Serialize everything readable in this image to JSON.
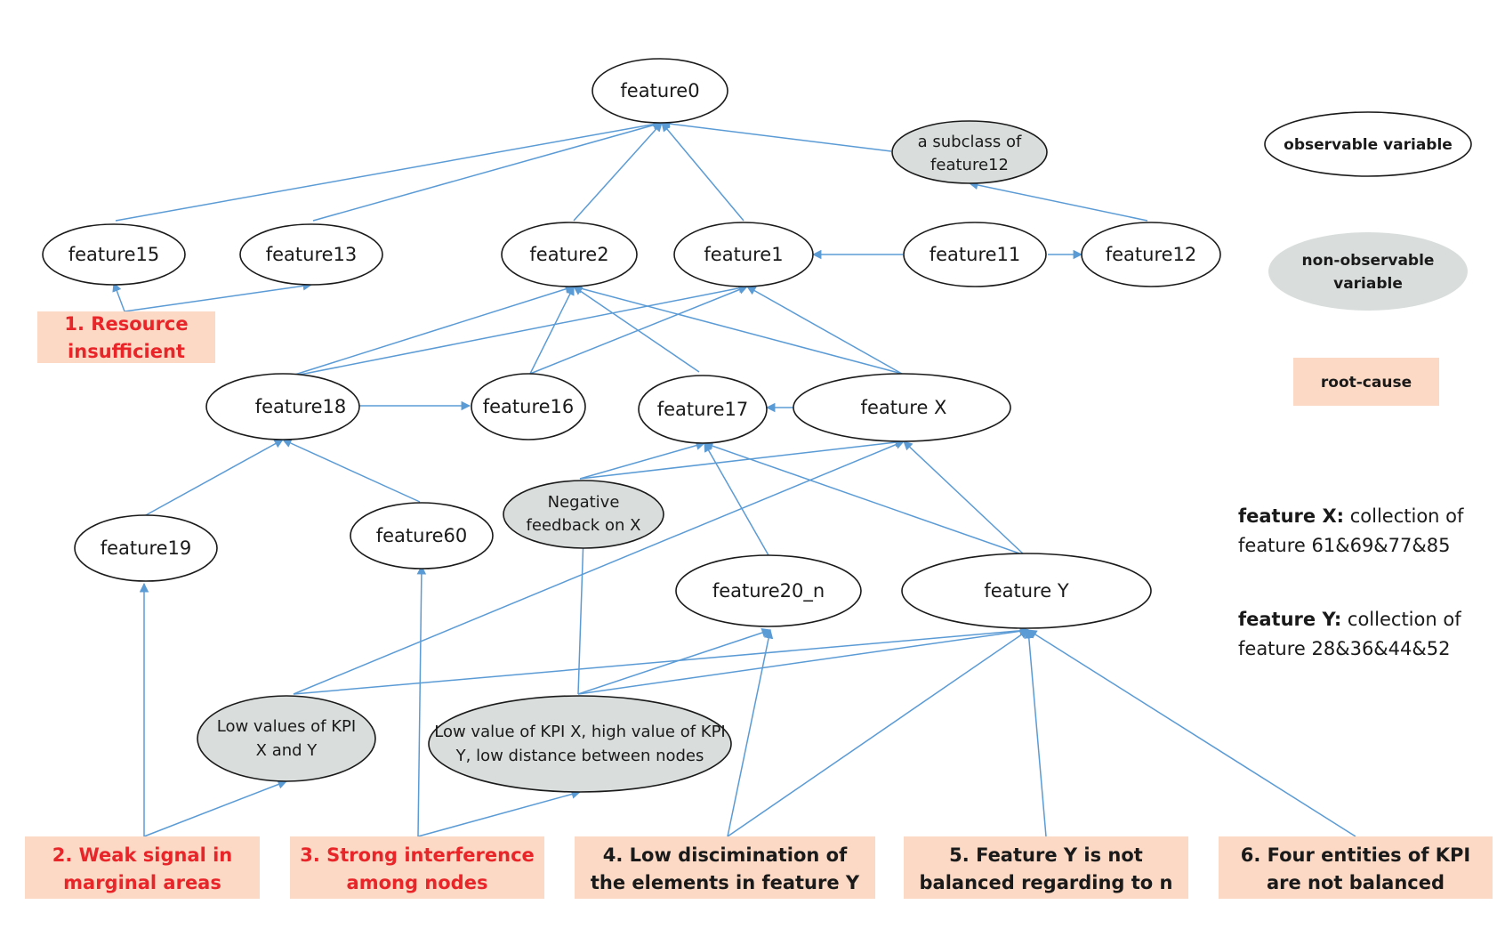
{
  "colors": {
    "edge": "#5b9bd5",
    "observable_fill": "#ffffff",
    "non_observable_fill": "#d9dedc",
    "root_cause_fill": "#fbd9c5",
    "root_cause_text_red": "#e8262a"
  },
  "nodes": {
    "feature0": "feature0",
    "feature15": "feature15",
    "feature13": "feature13",
    "feature2": "feature2",
    "feature1": "feature1",
    "feature11": "feature11",
    "feature12": "feature12",
    "subclass": [
      "a subclass of",
      "feature12"
    ],
    "feature18": "feature18",
    "feature16": "feature16",
    "feature17": "feature17",
    "featureX": "feature X",
    "feature19": "feature19",
    "feature60": "feature60",
    "negative": [
      "Negative",
      "feedback on X"
    ],
    "feature20n": "feature20_n",
    "featureY": "feature Y",
    "lowkpi": [
      "Low values of KPI",
      "X and Y"
    ],
    "lowx": [
      "Low value of KPI X, high value of KPI",
      "Y, low distance between nodes"
    ]
  },
  "root_causes": {
    "rc1": [
      "1. Resource",
      "insufficient"
    ],
    "rc2": [
      "2. Weak signal in",
      "marginal areas"
    ],
    "rc3": [
      "3. Strong interference",
      "among nodes"
    ],
    "rc4": [
      "4. Low discimination of",
      "the elements in feature Y"
    ],
    "rc5": [
      "5. Feature Y is not",
      "balanced regarding to n"
    ],
    "rc6": [
      "6. Four entities of KPI",
      "are not balanced"
    ]
  },
  "legend": {
    "observable": "observable variable",
    "non_observable": [
      "non-observable",
      "variable"
    ],
    "root_cause": "root-cause"
  },
  "notes": {
    "x_title": "feature X:",
    "x_rest": " collection of",
    "x_line2": "feature 61&69&77&85",
    "y_title": "feature Y:",
    "y_rest": " collection of",
    "y_line2": "feature 28&36&44&52"
  }
}
